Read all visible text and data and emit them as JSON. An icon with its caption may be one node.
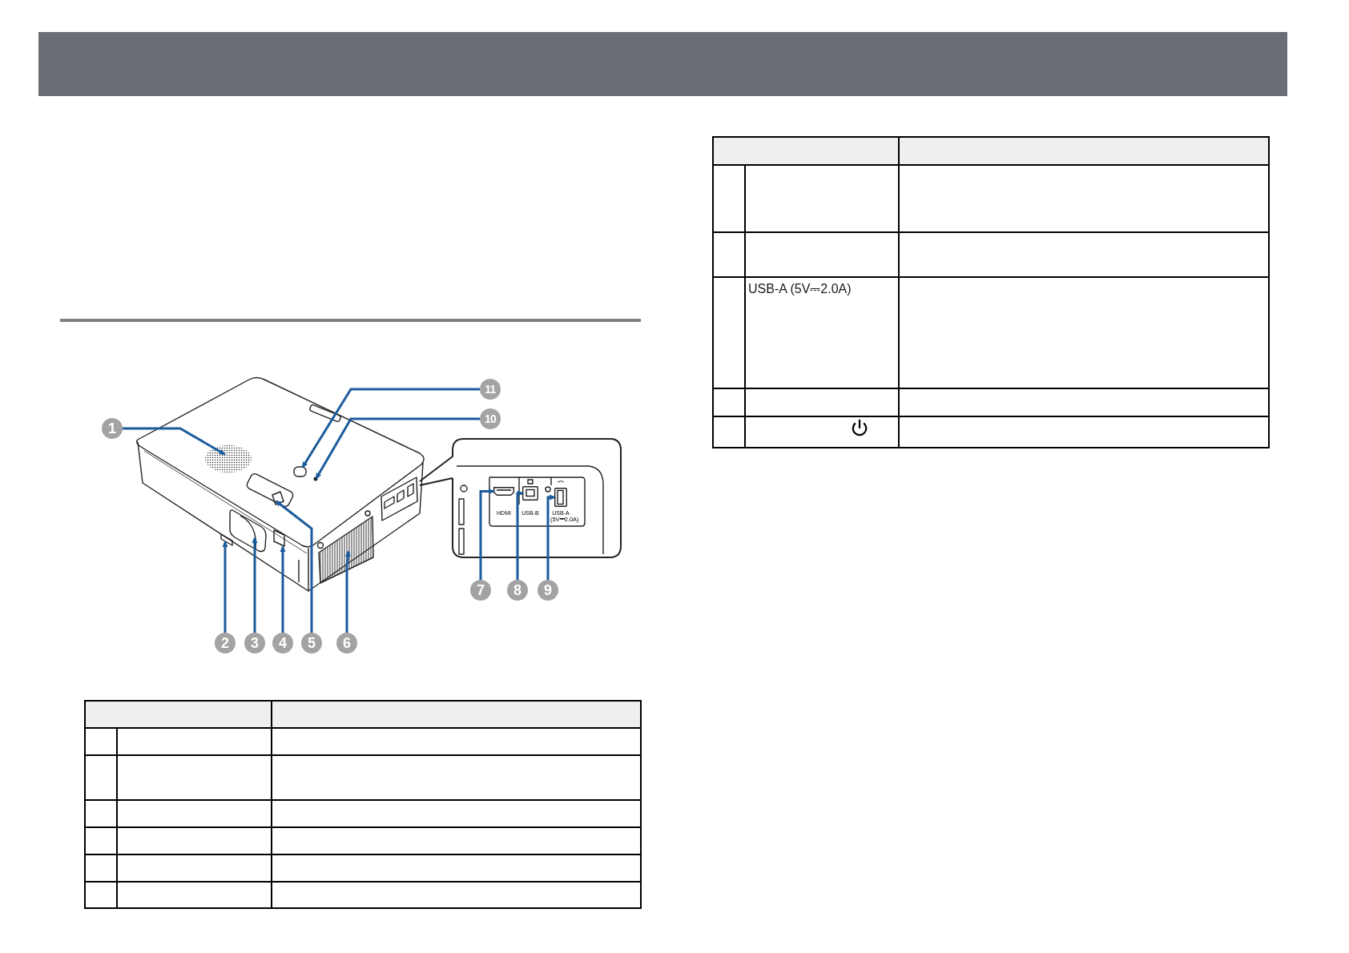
{
  "diagram": {
    "nodes": [
      {
        "text": [
          "1"
        ]
      },
      {
        "text": [
          "2"
        ]
      },
      {
        "text": [
          "3"
        ]
      },
      {
        "text": [
          "4"
        ]
      },
      {
        "text": [
          "5"
        ]
      },
      {
        "text": [
          "6"
        ]
      },
      {
        "text": [
          "7"
        ]
      },
      {
        "text": [
          "8"
        ]
      },
      {
        "text": [
          "9"
        ]
      },
      {
        "text": [
          "10"
        ]
      },
      {
        "text": [
          "11"
        ]
      },
      {
        "text": [],
        "shape": "picture"
      },
      {
        "text": [],
        "shape": "picture"
      },
      {
        "text": [],
        "shape": "picture"
      }
    ],
    "edges": [
      {
        "from": 0,
        "to": null,
        "arrow": "to"
      },
      {
        "from": 1,
        "to": null,
        "arrow": "to"
      },
      {
        "from": 2,
        "to": null,
        "arrow": "to"
      },
      {
        "from": 3,
        "to": null,
        "arrow": "to"
      },
      {
        "from": 4,
        "to": null,
        "arrow": "to"
      },
      {
        "from": 5,
        "to": null,
        "arrow": "to"
      },
      {
        "from": 6,
        "to": 11,
        "arrow": "to"
      },
      {
        "from": 7,
        "to": 12,
        "arrow": "to"
      },
      {
        "from": 8,
        "to": 13,
        "arrow": "to"
      },
      {
        "from": 9,
        "to": null,
        "arrow": "to"
      },
      {
        "from": 10,
        "to": null,
        "arrow": "to"
      }
    ],
    "labels": [
      "HDMI",
      "USB-B",
      "USB-A",
      "(5V⎓2.0A)",
      "USB-A (5V⎓2.0A)"
    ]
  }
}
